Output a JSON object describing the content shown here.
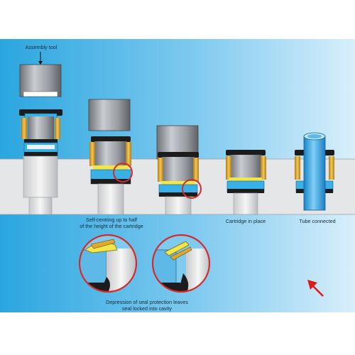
{
  "labels": {
    "assembly_tool": "Assembly tool",
    "self_centring_line1": "Self-centring up to half",
    "self_centring_line2": "of the height of the cartridge",
    "cartridge_in_place": "Cartridge in place",
    "tube_connected": "Tube connected",
    "depression_line1": "Depression of seal protection leaves",
    "depression_line2": "seal locked into cavity"
  },
  "colors": {
    "background_light": "#cfeaf8",
    "background_dark": "#2aa6df",
    "band": "#e4e6e8",
    "tool_grey": "#9ea2a7",
    "cartridge_blue": "#3ab1e6",
    "brass": "#e0a82e",
    "seal_black": "#1c1c1c",
    "yellow_ring": "#f2e64a",
    "highlight_red": "#d62a2a",
    "arrow_red": "#e01818"
  }
}
